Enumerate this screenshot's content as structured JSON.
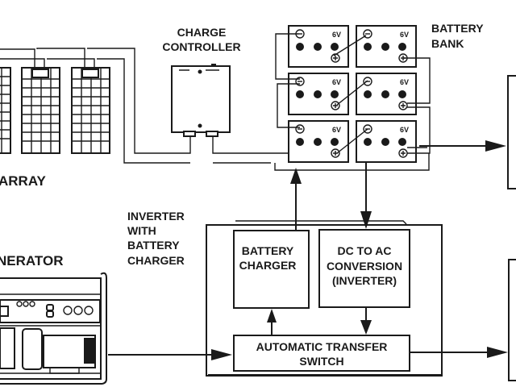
{
  "labels": {
    "pv_array": "ARRAY",
    "charge_controller_line1": "CHARGE",
    "charge_controller_line2": "CONTROLLER",
    "battery_bank_line1": "BATTERY",
    "battery_bank_line2": "BANK",
    "inverter_line1": "INVERTER",
    "inverter_line2": "WITH",
    "inverter_line3": "BATTERY",
    "inverter_line4": "CHARGER",
    "generator": "NERATOR",
    "battery_charger_line1": "BATTERY",
    "battery_charger_line2": "CHARGER",
    "dc_ac_line1": "DC TO AC",
    "dc_ac_line2": "CONVERSION",
    "dc_ac_line3": "(INVERTER)",
    "ats_line1": "AUTOMATIC TRANSFER",
    "ats_line2": "SWITCH"
  },
  "batteries": [
    {
      "voltage": "6V"
    },
    {
      "voltage": "6V"
    },
    {
      "voltage": "6V"
    },
    {
      "voltage": "6V"
    },
    {
      "voltage": "6V"
    },
    {
      "voltage": "6V"
    }
  ],
  "battery_terminals": {
    "negative": "⊖",
    "positive": "⊕"
  }
}
